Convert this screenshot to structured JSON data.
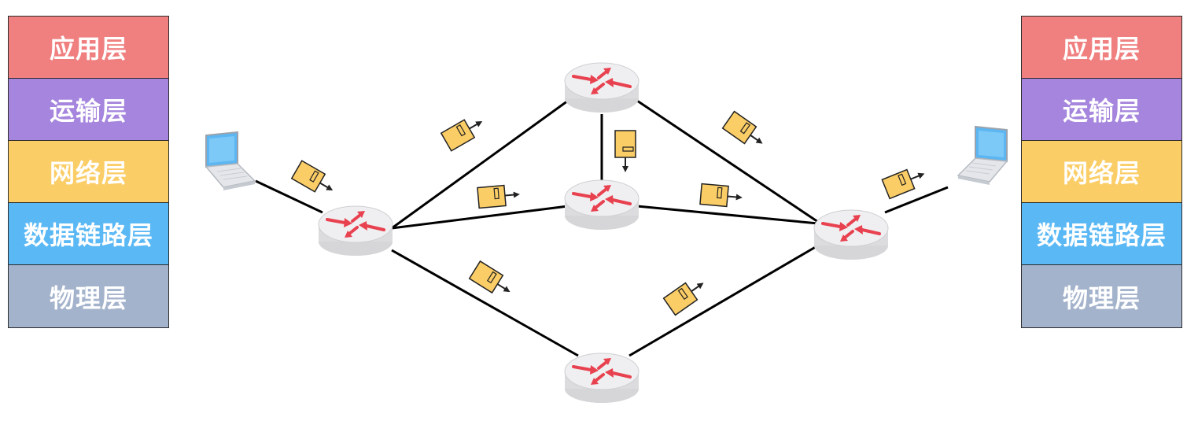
{
  "layers": [
    {
      "label": "应用层",
      "color": "#f08080"
    },
    {
      "label": "运输层",
      "color": "#a585dd"
    },
    {
      "label": "网络层",
      "color": "#fbcd66"
    },
    {
      "label": "数据链路层",
      "color": "#5ab8f5"
    },
    {
      "label": "物理层",
      "color": "#a4b3cc"
    }
  ],
  "colors": {
    "packet_fill": "#fbcd66",
    "router_arrow": "#e8414f",
    "link": "#000000",
    "router_body": "#e9e9ea"
  },
  "icons": {
    "router": "router-icon",
    "laptop": "laptop-icon",
    "packet": "packet-icon"
  }
}
